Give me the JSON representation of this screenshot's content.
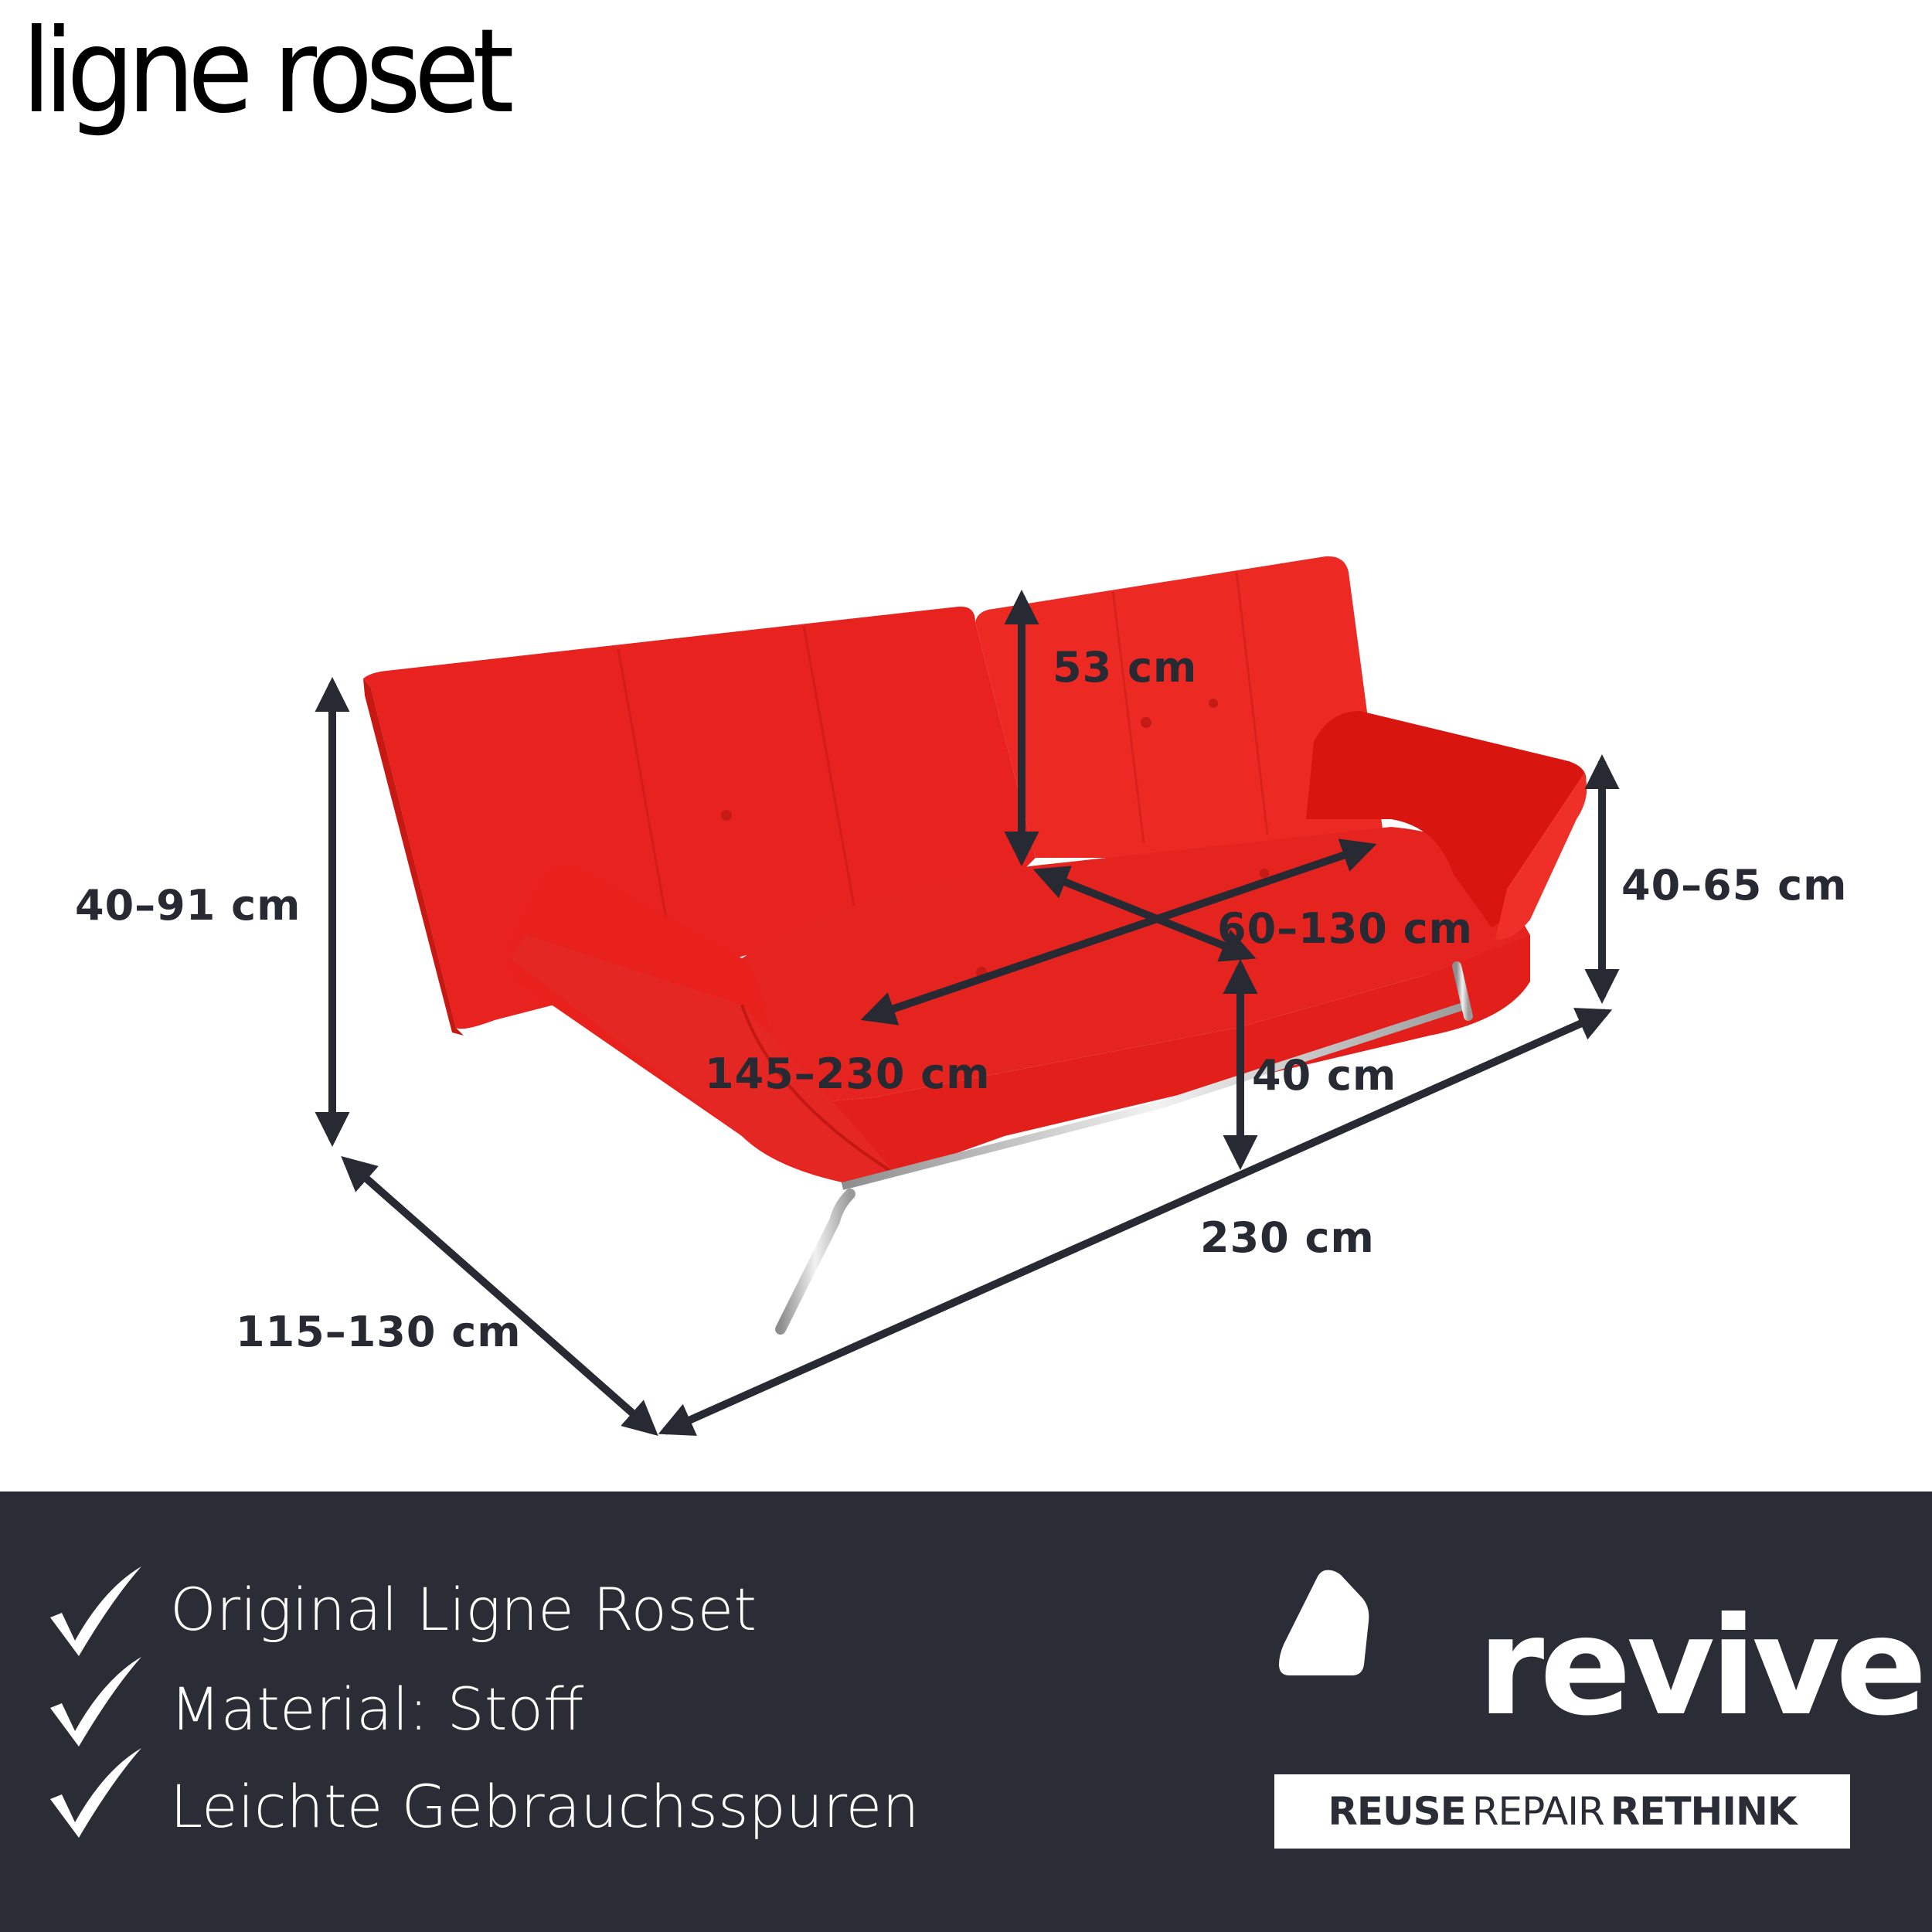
{
  "brand": {
    "logo_text": "ligne roset"
  },
  "product_image": {
    "subject": "red fabric sofa bed with adjustable armrests and chrome legs",
    "fabric_color": "#e8241f",
    "leg_color": "#c8c8c8"
  },
  "dimensions": {
    "total_height": "40–91 cm",
    "backrest_height": "53 cm",
    "armrest_height": "40–65 cm",
    "seat_depth": "60–130 cm",
    "seat_width": "145–230 cm",
    "seat_height": "40 cm",
    "total_width": "230 cm",
    "total_depth": "115–130 cm"
  },
  "features": [
    {
      "icon": "checkmark-icon",
      "label": "Original Ligne Roset"
    },
    {
      "icon": "checkmark-icon",
      "label": "Material: Stoff"
    },
    {
      "icon": "checkmark-icon",
      "label": "Leichte Gebrauchsspuren"
    }
  ],
  "seller": {
    "name": "revive",
    "tagline": {
      "word1": "REUSE",
      "word2": "REPAIR",
      "word3": "RETHINK"
    }
  },
  "colors": {
    "footer_bg": "#2a2d35",
    "dimension_text": "#272a33",
    "footer_text": "#ffffff"
  }
}
